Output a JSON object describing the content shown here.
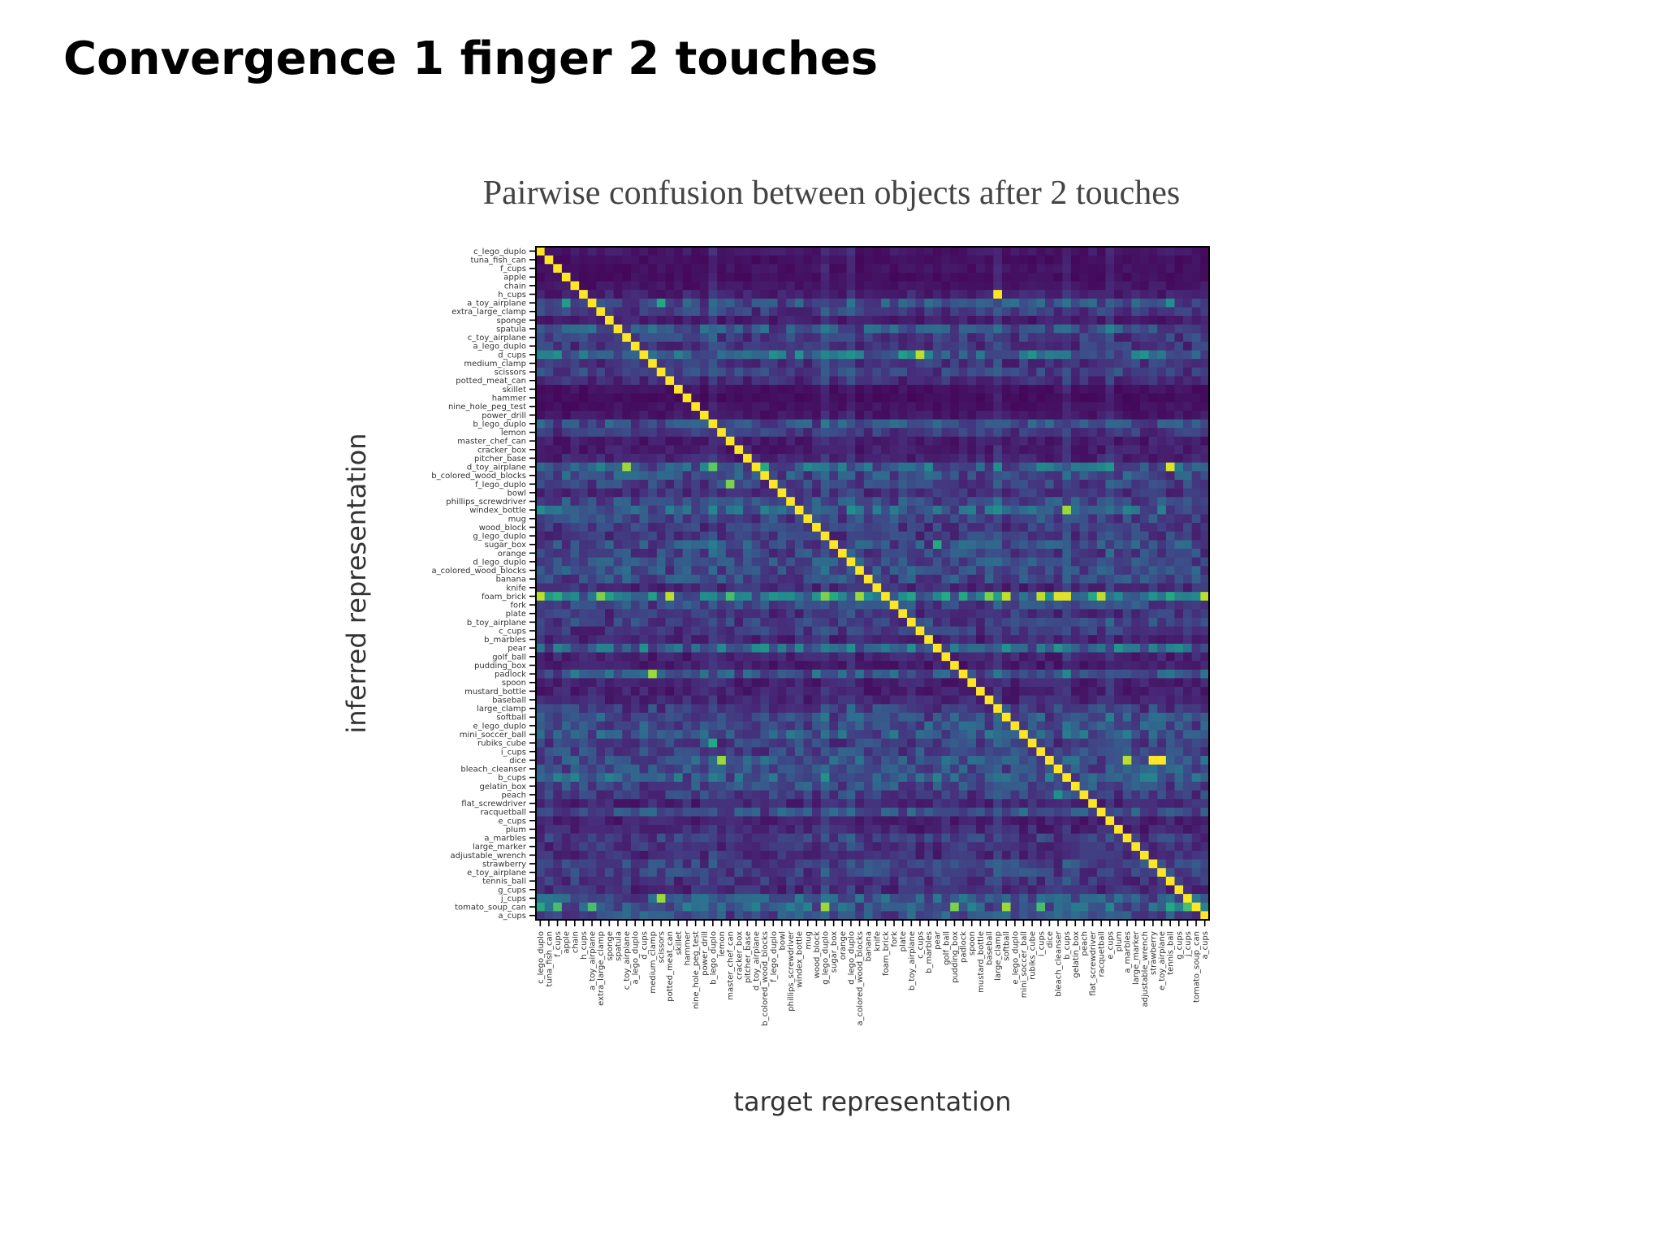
{
  "header": {
    "title": "Convergence 1 finger 2 touches"
  },
  "chart_data": {
    "type": "heatmap",
    "title": "Pairwise confusion between objects after 2 touches",
    "xlabel": "target representation",
    "ylabel": "inferred representation",
    "colormap": "viridis",
    "colors": {
      "low": "#440154",
      "mid": "#21918c",
      "high": "#fde725"
    },
    "labels": [
      "c_lego_duplo",
      "tuna_fish_can",
      "f_cups",
      "apple",
      "chain",
      "h_cups",
      "a_toy_airplane",
      "extra_large_clamp",
      "sponge",
      "spatula",
      "c_toy_airplane",
      "a_lego_duplo",
      "d_cups",
      "medium_clamp",
      "scissors",
      "potted_meat_can",
      "skillet",
      "hammer",
      "nine_hole_peg_test",
      "power_drill",
      "b_lego_duplo",
      "lemon",
      "master_chef_can",
      "cracker_box",
      "pitcher_base",
      "d_toy_airplane",
      "b_colored_wood_blocks",
      "f_lego_duplo",
      "bowl",
      "phillips_screwdriver",
      "windex_bottle",
      "mug",
      "wood_block",
      "g_lego_duplo",
      "sugar_box",
      "orange",
      "d_lego_duplo",
      "a_colored_wood_blocks",
      "banana",
      "knife",
      "foam_brick",
      "fork",
      "plate",
      "b_toy_airplane",
      "c_cups",
      "b_marbles",
      "pear",
      "golf_ball",
      "pudding_box",
      "padlock",
      "spoon",
      "mustard_bottle",
      "baseball",
      "large_clamp",
      "softball",
      "e_lego_duplo",
      "mini_soccer_ball",
      "rubiks_cube",
      "i_cups",
      "dice",
      "bleach_cleanser",
      "b_cups",
      "gelatin_box",
      "peach",
      "flat_screwdriver",
      "racquetball",
      "e_cups",
      "plum",
      "a_marbles",
      "large_marker",
      "adjustable_wrench",
      "strawberry",
      "e_toy_airplane",
      "tennis_ball",
      "g_cups",
      "j_cups",
      "tomato_soup_can",
      "a_cups"
    ],
    "row_bias": [
      0.08,
      0.05,
      0.06,
      0.05,
      0.07,
      0.12,
      0.3,
      0.22,
      0.1,
      0.32,
      0.22,
      0.2,
      0.42,
      0.2,
      0.24,
      0.16,
      0.06,
      0.04,
      0.06,
      0.08,
      0.3,
      0.2,
      0.1,
      0.1,
      0.12,
      0.38,
      0.3,
      0.24,
      0.18,
      0.28,
      0.36,
      0.26,
      0.22,
      0.22,
      0.3,
      0.26,
      0.28,
      0.3,
      0.28,
      0.16,
      0.55,
      0.26,
      0.2,
      0.24,
      0.2,
      0.14,
      0.42,
      0.12,
      0.1,
      0.34,
      0.12,
      0.12,
      0.14,
      0.24,
      0.3,
      0.3,
      0.34,
      0.24,
      0.26,
      0.32,
      0.3,
      0.36,
      0.28,
      0.22,
      0.14,
      0.3,
      0.12,
      0.14,
      0.22,
      0.18,
      0.16,
      0.24,
      0.24,
      0.2,
      0.16,
      0.34,
      0.36,
      0.3
    ],
    "highlights": [
      [
        5,
        53,
        1.0
      ],
      [
        6,
        3,
        0.55
      ],
      [
        6,
        14,
        0.6
      ],
      [
        6,
        73,
        0.5
      ],
      [
        12,
        44,
        0.9
      ],
      [
        12,
        42,
        0.55
      ],
      [
        25,
        10,
        0.85
      ],
      [
        25,
        20,
        0.75
      ],
      [
        25,
        26,
        0.6
      ],
      [
        25,
        73,
        0.95
      ],
      [
        25,
        53,
        0.5
      ],
      [
        27,
        22,
        0.8
      ],
      [
        30,
        61,
        0.85
      ],
      [
        30,
        0,
        0.5
      ],
      [
        34,
        46,
        0.6
      ],
      [
        40,
        0,
        0.9
      ],
      [
        40,
        7,
        0.8
      ],
      [
        40,
        13,
        0.55
      ],
      [
        40,
        15,
        0.9
      ],
      [
        40,
        22,
        0.7
      ],
      [
        40,
        33,
        0.8
      ],
      [
        40,
        37,
        0.85
      ],
      [
        40,
        49,
        0.6
      ],
      [
        40,
        52,
        0.8
      ],
      [
        40,
        54,
        0.9
      ],
      [
        40,
        58,
        0.9
      ],
      [
        40,
        60,
        0.95
      ],
      [
        40,
        61,
        0.95
      ],
      [
        40,
        65,
        0.9
      ],
      [
        40,
        77,
        0.9
      ],
      [
        49,
        13,
        0.85
      ],
      [
        57,
        20,
        0.6
      ],
      [
        59,
        21,
        0.85
      ],
      [
        59,
        68,
        0.9
      ],
      [
        59,
        71,
        1.0
      ],
      [
        59,
        72,
        1.0
      ],
      [
        75,
        14,
        0.85
      ],
      [
        76,
        0,
        0.6
      ],
      [
        76,
        2,
        0.7
      ],
      [
        76,
        6,
        0.7
      ],
      [
        76,
        33,
        0.85
      ],
      [
        76,
        48,
        0.8
      ],
      [
        76,
        54,
        0.85
      ],
      [
        76,
        58,
        0.7
      ],
      [
        76,
        73,
        0.6
      ],
      [
        76,
        75,
        0.7
      ],
      [
        46,
        36,
        0.5
      ],
      [
        63,
        60,
        0.5
      ]
    ],
    "stripe_columns": [
      20,
      33,
      36,
      53,
      61,
      66
    ]
  }
}
